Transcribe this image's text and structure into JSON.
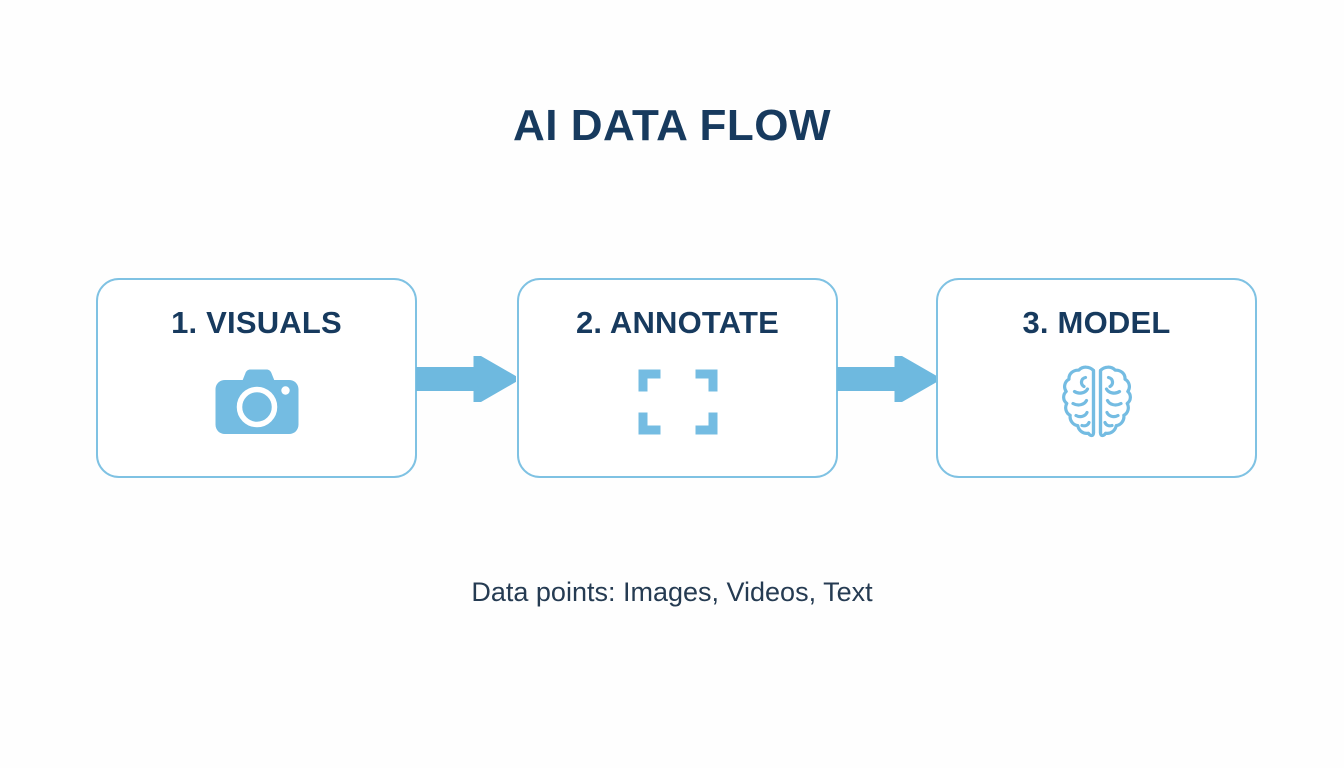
{
  "diagram": {
    "title": "AI DATA FLOW",
    "caption": "Data points: Images, Videos, Text",
    "colors": {
      "title_text": "#173A5E",
      "step_label_text": "#173A5E",
      "box_border": "#7FC2E3",
      "box_fill": "#FFFFFF",
      "icon_accent": "#74BCE2",
      "arrow_fill": "#6EB9DF",
      "caption_text": "#253B52",
      "background": "#FEFEFE"
    },
    "steps": [
      {
        "label": "1. VISUALS",
        "icon": "camera-icon"
      },
      {
        "label": "2. ANNOTATE",
        "icon": "crop-frame-icon"
      },
      {
        "label": "3. MODEL",
        "icon": "brain-icon"
      }
    ],
    "connectors": [
      {
        "name": "arrow-right-icon",
        "from": "1. VISUALS",
        "to": "2. ANNOTATE"
      },
      {
        "name": "arrow-right-icon",
        "from": "2. ANNOTATE",
        "to": "3. MODEL"
      }
    ]
  }
}
